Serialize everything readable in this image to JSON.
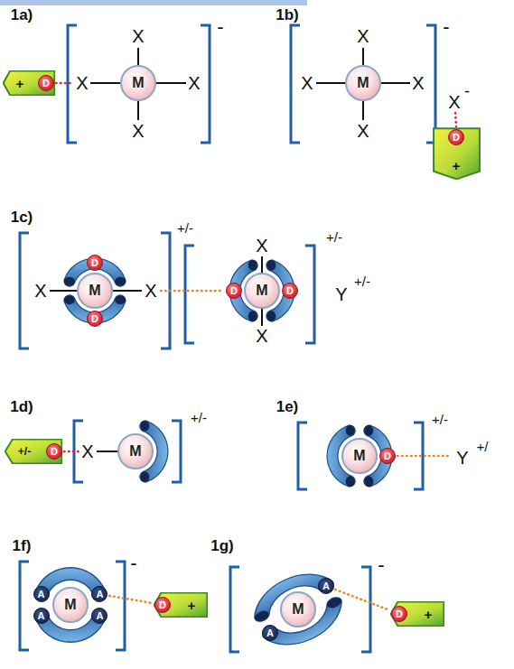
{
  "diagram": {
    "nodes": [
      {
        "text": [
          "+"
        ]
      },
      {
        "text": [
          "D"
        ],
        "in": 0
      },
      {
        "text": [
          "M"
        ]
      },
      {
        "text": [
          "M"
        ]
      },
      {
        "text": [
          "+"
        ]
      },
      {
        "text": [
          "D"
        ],
        "in": 4
      },
      {
        "text": [
          "D"
        ]
      },
      {
        "text": [
          "M"
        ]
      },
      {
        "text": [
          "D"
        ]
      },
      {
        "text": [
          "D"
        ]
      },
      {
        "text": [
          "M"
        ]
      },
      {
        "text": [
          "D"
        ]
      },
      {
        "text": [
          "+/-"
        ]
      },
      {
        "text": [
          "D"
        ],
        "in": 12
      },
      {
        "text": [
          "M"
        ]
      },
      {
        "text": [
          "M"
        ]
      },
      {
        "text": [
          "D"
        ]
      },
      {
        "text": [
          "A"
        ]
      },
      {
        "text": [
          "A"
        ]
      },
      {
        "text": [
          "M"
        ]
      },
      {
        "text": [
          "A"
        ]
      },
      {
        "text": [
          "A"
        ]
      },
      {
        "text": [
          "+"
        ]
      },
      {
        "text": [
          "D"
        ],
        "in": 22
      },
      {
        "text": [
          "A"
        ]
      },
      {
        "text": [
          "M"
        ]
      },
      {
        "text": [
          "A"
        ]
      },
      {
        "text": [
          "+"
        ]
      },
      {
        "text": [
          "D"
        ],
        "in": 27
      }
    ],
    "edges": [
      {
        "from": 18,
        "to": 23,
        "arrow": "none"
      },
      {
        "from": 24,
        "to": 28,
        "arrow": "none"
      }
    ],
    "labels": [
      "1a)",
      "X",
      "X",
      "X",
      "X",
      "-",
      "1b)",
      "X",
      "X",
      "X",
      "X",
      "-",
      "X",
      "-",
      "1c)",
      "X",
      "X",
      "+/-",
      "X",
      "X",
      "+/-",
      "Y",
      "+/-",
      "1d)",
      "X",
      "+/-",
      "1e)",
      "+/-",
      "Y",
      "+/",
      "1f)",
      "-",
      "1g)",
      "-"
    ]
  }
}
